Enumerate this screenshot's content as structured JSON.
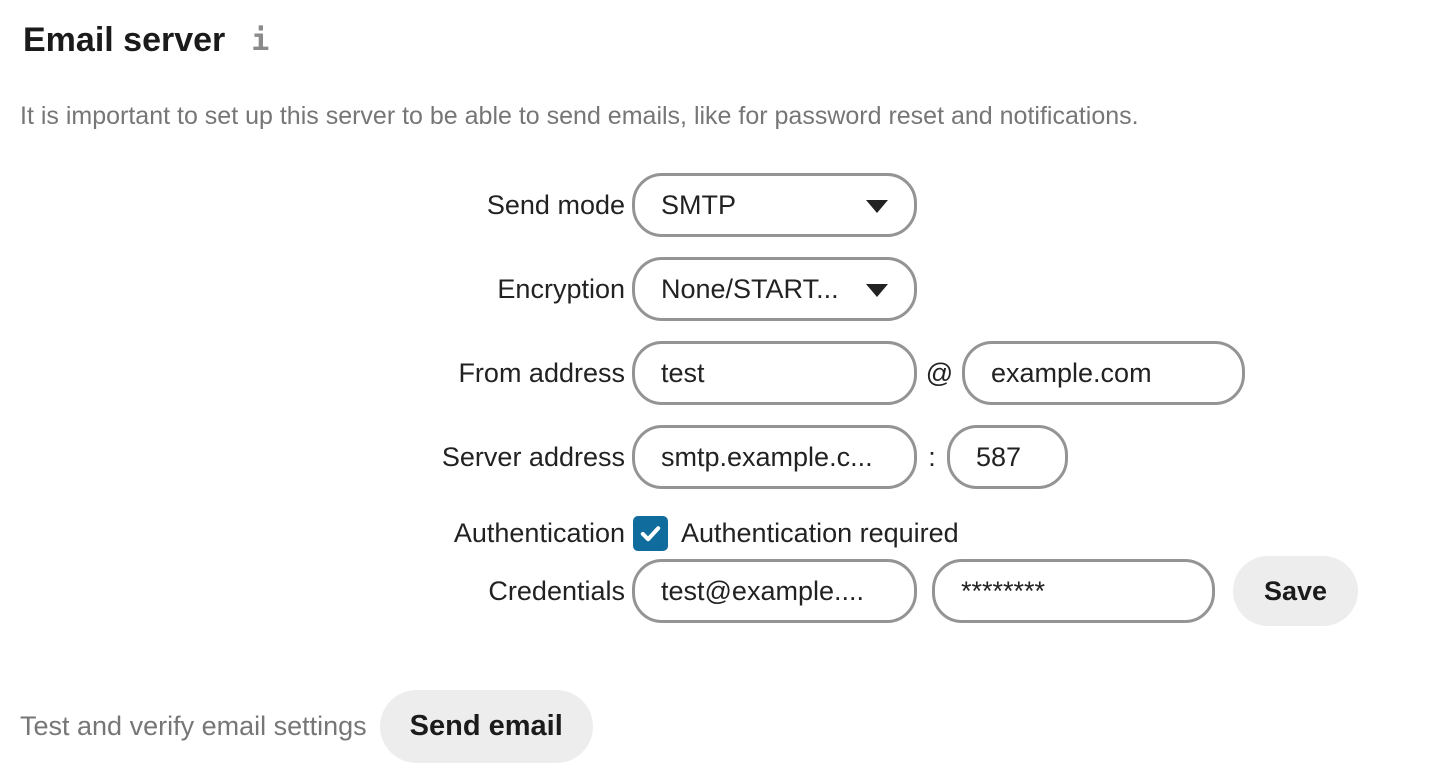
{
  "header": {
    "title": "Email server",
    "info_icon": "i"
  },
  "description": "It is important to set up this server to be able to send emails, like for password reset and notifications.",
  "form": {
    "send_mode": {
      "label": "Send mode",
      "value": "SMTP"
    },
    "encryption": {
      "label": "Encryption",
      "value": "None/START..."
    },
    "from_address": {
      "label": "From address",
      "local_part": "test",
      "separator": "@",
      "domain": "example.com"
    },
    "server_address": {
      "label": "Server address",
      "host": "smtp.example.c...",
      "separator": ":",
      "port": "587"
    },
    "authentication": {
      "label": "Authentication",
      "checkbox_label": "Authentication required",
      "checked": true
    },
    "credentials": {
      "label": "Credentials",
      "username": "test@example....",
      "password_masked": "********",
      "save_label": "Save"
    }
  },
  "test_section": {
    "label": "Test and verify email settings",
    "button_label": "Send email"
  },
  "colors": {
    "accent_blue": "#0f6c9c",
    "input_border_gray": "#949494",
    "text_dark": "#222222",
    "text_muted": "#767676",
    "button_bg": "#ededed"
  }
}
